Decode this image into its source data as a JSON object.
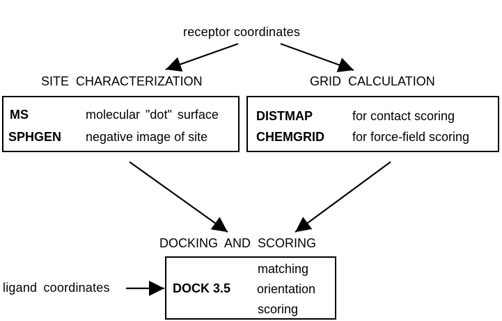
{
  "diagram": {
    "source": "receptor coordinates",
    "stages": {
      "site": {
        "title": "SITE  CHARACTERIZATION",
        "rows": [
          {
            "program": "MS",
            "description": "molecular  \"dot\"  surface"
          },
          {
            "program": "SPHGEN",
            "description": "negative image of site"
          }
        ]
      },
      "grid": {
        "title": "GRID  CALCULATION",
        "rows": [
          {
            "program": "DISTMAP",
            "description": "for contact scoring"
          },
          {
            "program": "CHEMGRID",
            "description": "for force-field scoring"
          }
        ]
      },
      "docking": {
        "title": "DOCKING  AND  SCORING",
        "program": "DOCK 3.5",
        "steps": [
          "matching",
          "orientation",
          "scoring"
        ]
      }
    },
    "ligand_input": "ligand  coordinates",
    "edges": [
      {
        "from": "receptor coordinates",
        "to": "SITE CHARACTERIZATION"
      },
      {
        "from": "receptor coordinates",
        "to": "GRID CALCULATION"
      },
      {
        "from": "SITE CHARACTERIZATION",
        "to": "DOCKING AND SCORING"
      },
      {
        "from": "GRID CALCULATION",
        "to": "DOCKING AND SCORING"
      },
      {
        "from": "ligand coordinates",
        "to": "DOCK 3.5"
      }
    ]
  }
}
